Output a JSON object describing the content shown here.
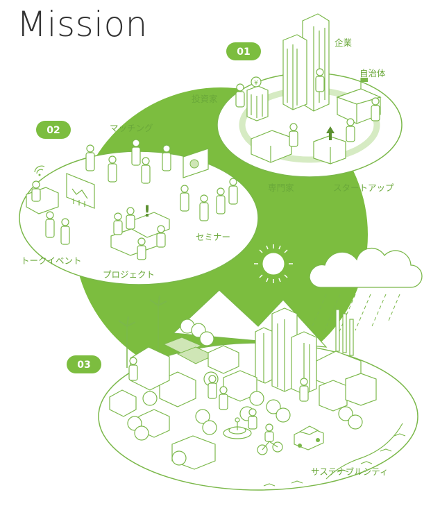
{
  "title": "Mission",
  "colors": {
    "accent": "#7cbd3f",
    "line": "#7bb84a",
    "text_dark": "#333333"
  },
  "badges": {
    "b01": "01",
    "b02": "02",
    "b03": "03"
  },
  "labels": {
    "kigyo": "企業",
    "jichitai": "自治体",
    "toshika": "投資家",
    "senmonka": "専門家",
    "startup": "スタートアップ",
    "matching": "マッチング",
    "seminar": "セミナー",
    "talk_event": "トークイベント",
    "project": "プロジェクト",
    "sustainable_city": "サステナブルシティ"
  },
  "icons": [
    "sun-icon",
    "cloud-rain-icon",
    "wind-turbine-icon",
    "yen-icon",
    "up-arrow-icon",
    "exclamation-icon",
    "wifi-icon",
    "bicycle-icon",
    "car-icon",
    "fountain-icon"
  ]
}
